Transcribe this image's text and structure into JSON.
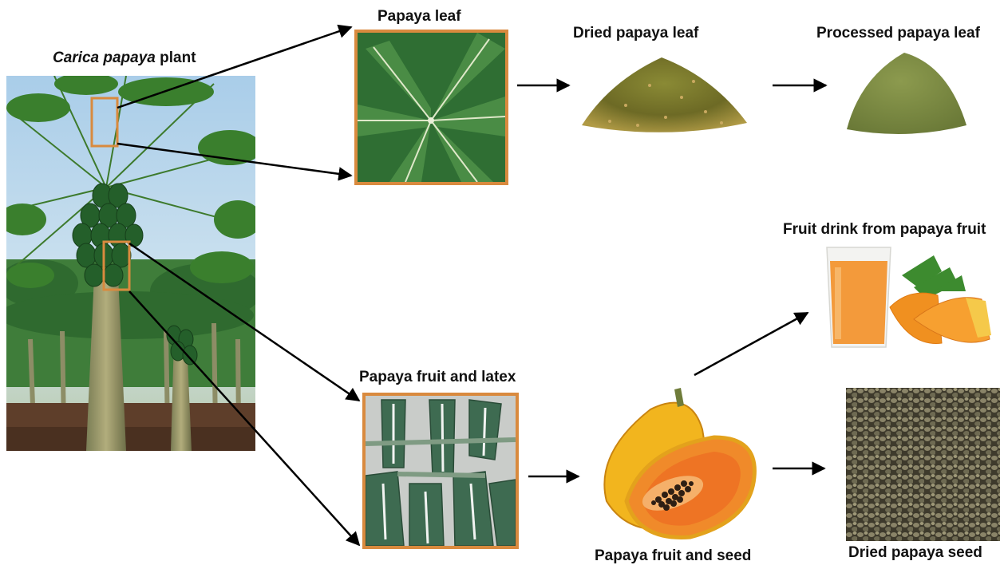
{
  "labels": {
    "plant_italic": "Carica papaya",
    "plant_rest": " plant",
    "papaya_leaf": "Papaya leaf",
    "dried_leaf": "Dried papaya leaf",
    "processed_leaf": "Processed papaya leaf",
    "fruit_drink": "Fruit drink from papaya fruit",
    "fruit_latex": "Papaya fruit and latex",
    "fruit_seed": "Papaya fruit and seed",
    "dried_seed": "Dried papaya seed"
  },
  "colors": {
    "frame": "#d98a3e",
    "arrow": "#000000"
  }
}
